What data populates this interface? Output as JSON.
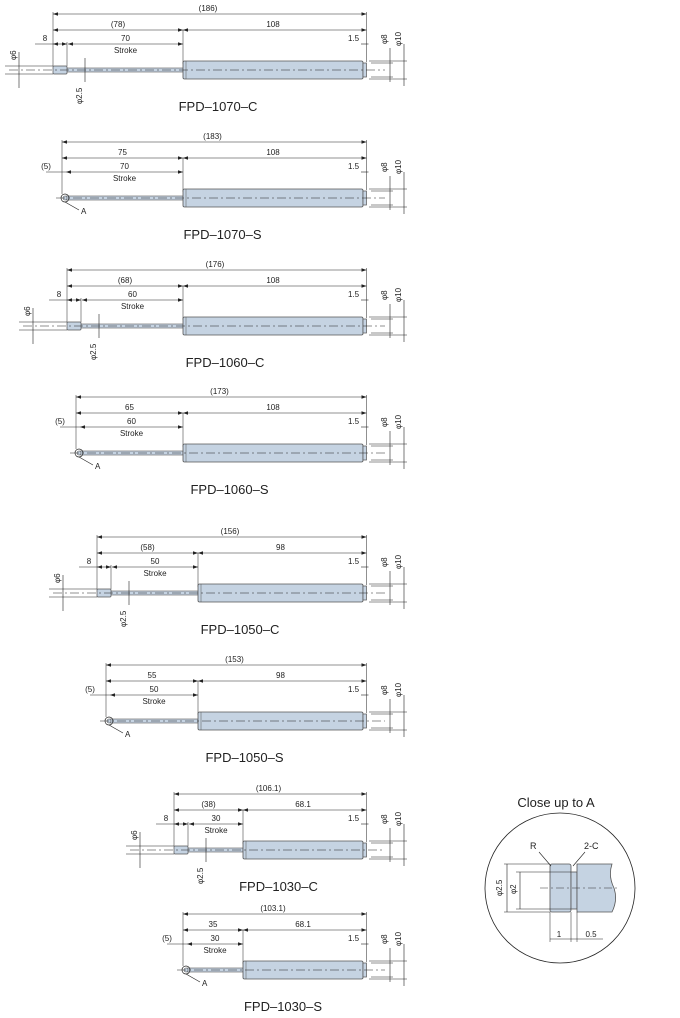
{
  "labels": {
    "stroke": "Stroke",
    "detail_marker": "A"
  },
  "colors": {
    "body_fill": "#c5d3e2",
    "body_stroke": "#555555",
    "line": "#222222"
  },
  "models": [
    {
      "name": "FPD–1070–C",
      "type": "C",
      "total": "(186)",
      "rod_len": "(78)",
      "body_len": "108",
      "stroke": "70",
      "tip": "8",
      "gap": "1.5",
      "d_tip": "φ6",
      "d_rod": "φ2.5",
      "d_inner": "φ8",
      "d_outer": "φ10"
    },
    {
      "name": "FPD–1070–S",
      "type": "S",
      "total": "(183)",
      "rod_len": "75",
      "body_len": "108",
      "stroke": "70",
      "tip": "(5)",
      "gap": "1.5",
      "d_inner": "φ8",
      "d_outer": "φ10"
    },
    {
      "name": "FPD–1060–C",
      "type": "C",
      "total": "(176)",
      "rod_len": "(68)",
      "body_len": "108",
      "stroke": "60",
      "tip": "8",
      "gap": "1.5",
      "d_tip": "φ6",
      "d_rod": "φ2.5",
      "d_inner": "φ8",
      "d_outer": "φ10"
    },
    {
      "name": "FPD–1060–S",
      "type": "S",
      "total": "(173)",
      "rod_len": "65",
      "body_len": "108",
      "stroke": "60",
      "tip": "(5)",
      "gap": "1.5",
      "d_inner": "φ8",
      "d_outer": "φ10"
    },
    {
      "name": "FPD–1050–C",
      "type": "C",
      "total": "(156)",
      "rod_len": "(58)",
      "body_len": "98",
      "stroke": "50",
      "tip": "8",
      "gap": "1.5",
      "d_tip": "φ6",
      "d_rod": "φ2.5",
      "d_inner": "φ8",
      "d_outer": "φ10"
    },
    {
      "name": "FPD–1050–S",
      "type": "S",
      "total": "(153)",
      "rod_len": "55",
      "body_len": "98",
      "stroke": "50",
      "tip": "(5)",
      "gap": "1.5",
      "d_inner": "φ8",
      "d_outer": "φ10"
    },
    {
      "name": "FPD–1030–C",
      "type": "C",
      "total": "(106.1)",
      "rod_len": "(38)",
      "body_len": "68.1",
      "stroke": "30",
      "tip": "8",
      "gap": "1.5",
      "d_tip": "φ6",
      "d_rod": "φ2.5",
      "d_inner": "φ8",
      "d_outer": "φ10"
    },
    {
      "name": "FPD–1030–S",
      "type": "S",
      "total": "(103.1)",
      "rod_len": "35",
      "body_len": "68.1",
      "stroke": "30",
      "tip": "(5)",
      "gap": "1.5",
      "d_inner": "φ8",
      "d_outer": "φ10"
    }
  ],
  "closeup": {
    "title": "Close up to A",
    "r": "R",
    "chamfer": "2-C",
    "d_outer": "φ2.5",
    "d_inner": "φ2",
    "len1": "1",
    "len2": "0.5"
  }
}
